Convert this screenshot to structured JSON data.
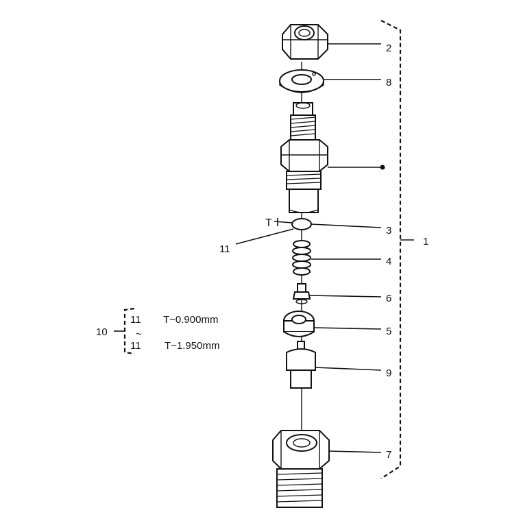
{
  "callouts": {
    "c1": "1",
    "c2": "2",
    "c3": "3",
    "c4": "4",
    "c5": "5",
    "c6": "6",
    "c7": "7",
    "c8": "8",
    "c9": "9",
    "c10": "10",
    "c11": "11"
  },
  "shim_range": {
    "min_ref": "11",
    "min_label": "T−0.900mm",
    "tilde": "~",
    "max_ref": "11",
    "max_label": "T−1.950mm"
  },
  "thickness_marker": "T"
}
